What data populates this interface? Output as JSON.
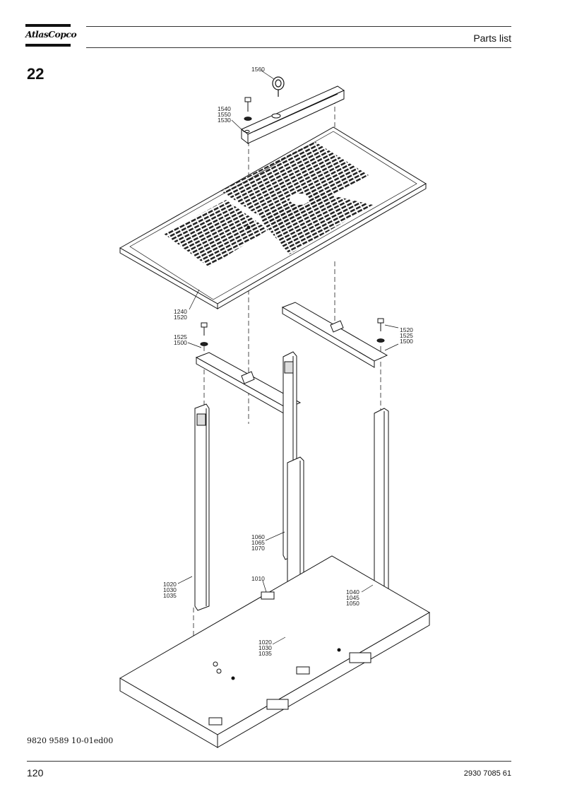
{
  "header": {
    "logo_text": "AtlasCopco",
    "title": "Parts list"
  },
  "section_number": "22",
  "callouts": [
    {
      "id": "top-lift",
      "lines": [
        "1560"
      ]
    },
    {
      "id": "lift-bolt",
      "lines": [
        "1540",
        "1550",
        "1530"
      ]
    },
    {
      "id": "roof",
      "lines": [
        "1240",
        "1520"
      ]
    },
    {
      "id": "front-beam-bolt",
      "lines": [
        "1525",
        "1500"
      ]
    },
    {
      "id": "rear-beam-bolt",
      "lines": [
        "1520",
        "1525",
        "1500"
      ]
    },
    {
      "id": "center-column-fix",
      "lines": [
        "1060",
        "1065",
        "1070"
      ]
    },
    {
      "id": "left-column-base",
      "lines": [
        "1020",
        "1030",
        "1035"
      ]
    },
    {
      "id": "base-frame",
      "lines": [
        "1010"
      ]
    },
    {
      "id": "right-column-base",
      "lines": [
        "1040",
        "1045",
        "1050"
      ]
    },
    {
      "id": "front-column-base",
      "lines": [
        "1020",
        "1030",
        "1035"
      ]
    }
  ],
  "drawing_reference": "9820 9589 10-01ed00",
  "footer": {
    "page_number": "120",
    "document_number": "2930 7085 61"
  }
}
